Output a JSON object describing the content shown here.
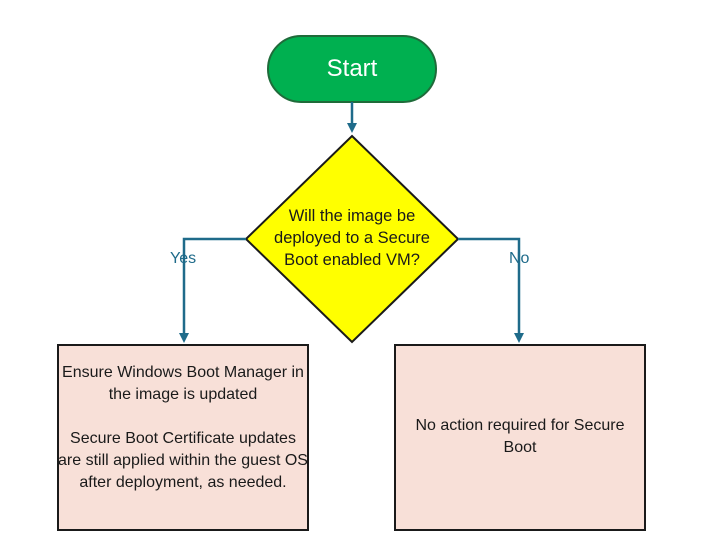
{
  "start": {
    "label": "Start"
  },
  "decision": {
    "question": "Will the image be deployed to a Secure Boot enabled VM?"
  },
  "branches": {
    "yes_label": "Yes",
    "no_label": "No"
  },
  "yes_action": {
    "line1": "Ensure Windows Boot Manager in the image is updated",
    "line2": "Secure Boot Certificate updates are still applied within the guest OS after deployment, as needed."
  },
  "no_action": {
    "text": "No action required for Secure Boot"
  },
  "colors": {
    "start_fill": "#00b050",
    "start_stroke": "#1f6b3a",
    "decision_fill": "#ffff00",
    "decision_stroke": "#1a1a1a",
    "action_fill": "#f8e0d8",
    "action_stroke": "#1a1a1a",
    "connector": "#1f6b8a"
  }
}
